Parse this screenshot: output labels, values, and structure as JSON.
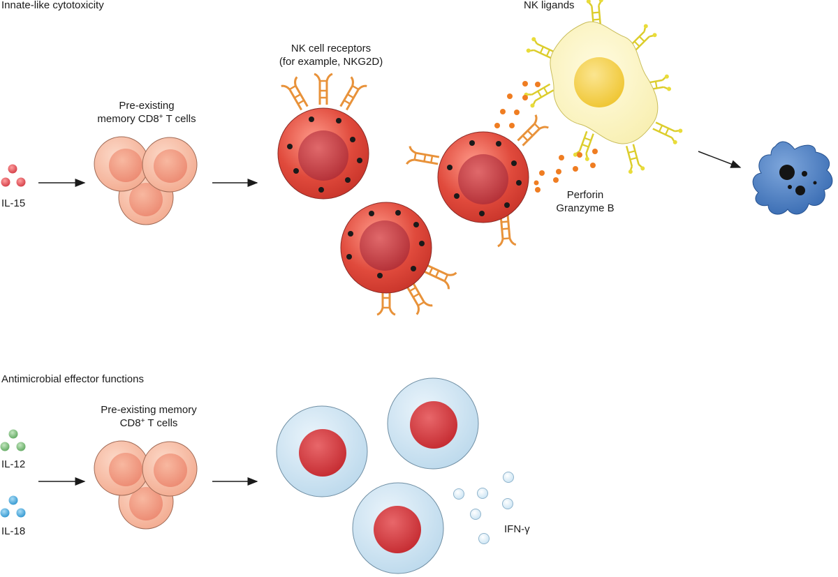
{
  "sections": {
    "top_title": "Innate-like cytotoxicity",
    "bottom_title": "Antimicrobial effector functions"
  },
  "labels": {
    "il15": "IL-15",
    "il12": "IL-12",
    "il18": "IL-18",
    "ifng": "IFN-γ",
    "nk_receptors_line1": "NK cell receptors",
    "nk_receptors_line2": "(for example, NKG2D)",
    "nk_ligands": "NK ligands",
    "perforin": "Perforin",
    "granzyme": "Granzyme B"
  },
  "top_memory_label": {
    "line1": "Pre-existing",
    "line2_pre": "memory CD8",
    "line2_sup": "+",
    "line2_post": " T cells"
  },
  "bottom_memory_label": {
    "line1": "Pre-existing memory",
    "line2_pre": "CD8",
    "line2_sup": "+",
    "line2_post": " T cells"
  },
  "colors": {
    "il15": "#d9434b",
    "il12": "#6dae6d",
    "il18": "#3fa4d8",
    "memory_cell": "#f6b59c",
    "memory_nucleus": "#f08d74",
    "effector_cell": "#e04a3c",
    "effector_nucleus": "#b8333a",
    "receptor": "#f0a64a",
    "ligand": "#e6d93a",
    "target_cell": "#fdf6c8",
    "target_nucleus": "#f3cc33",
    "granule": "#ef7d22",
    "dying_cell": "#3e78c0",
    "activated_cell": "#cde4f2",
    "activated_nucleus": "#cf2f34",
    "ifng": "#dff0fa"
  }
}
